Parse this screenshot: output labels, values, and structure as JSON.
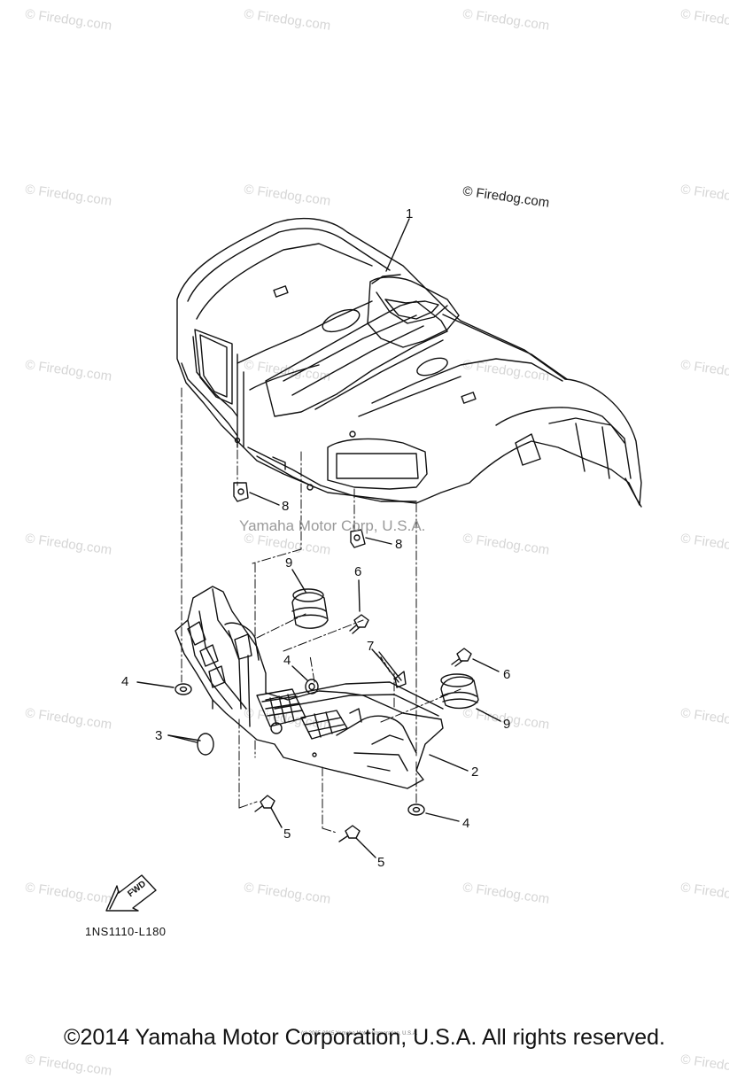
{
  "watermark": "© Firedog.com",
  "watermark_main": "© Firedog.com",
  "middle_text": "Yamaha Motor Corp, U.S.A.",
  "callouts": {
    "c1": "1",
    "c2": "2",
    "c3": "3",
    "c4a": "4",
    "c4b": "4",
    "c4c": "4",
    "c5a": "5",
    "c5b": "5",
    "c6a": "6",
    "c6b": "6",
    "c7": "7",
    "c8a": "8",
    "c8b": "8",
    "c9a": "9",
    "c9b": "9"
  },
  "fwd_label": "FWD",
  "diagram_ref": "1NS1110-L180",
  "tiny_text": "(c) 2005-2015 Yamaha Motor Corporation, U.S.A.",
  "copyright": "©2014 Yamaha Motor Corporation, U.S.A. All rights reserved."
}
